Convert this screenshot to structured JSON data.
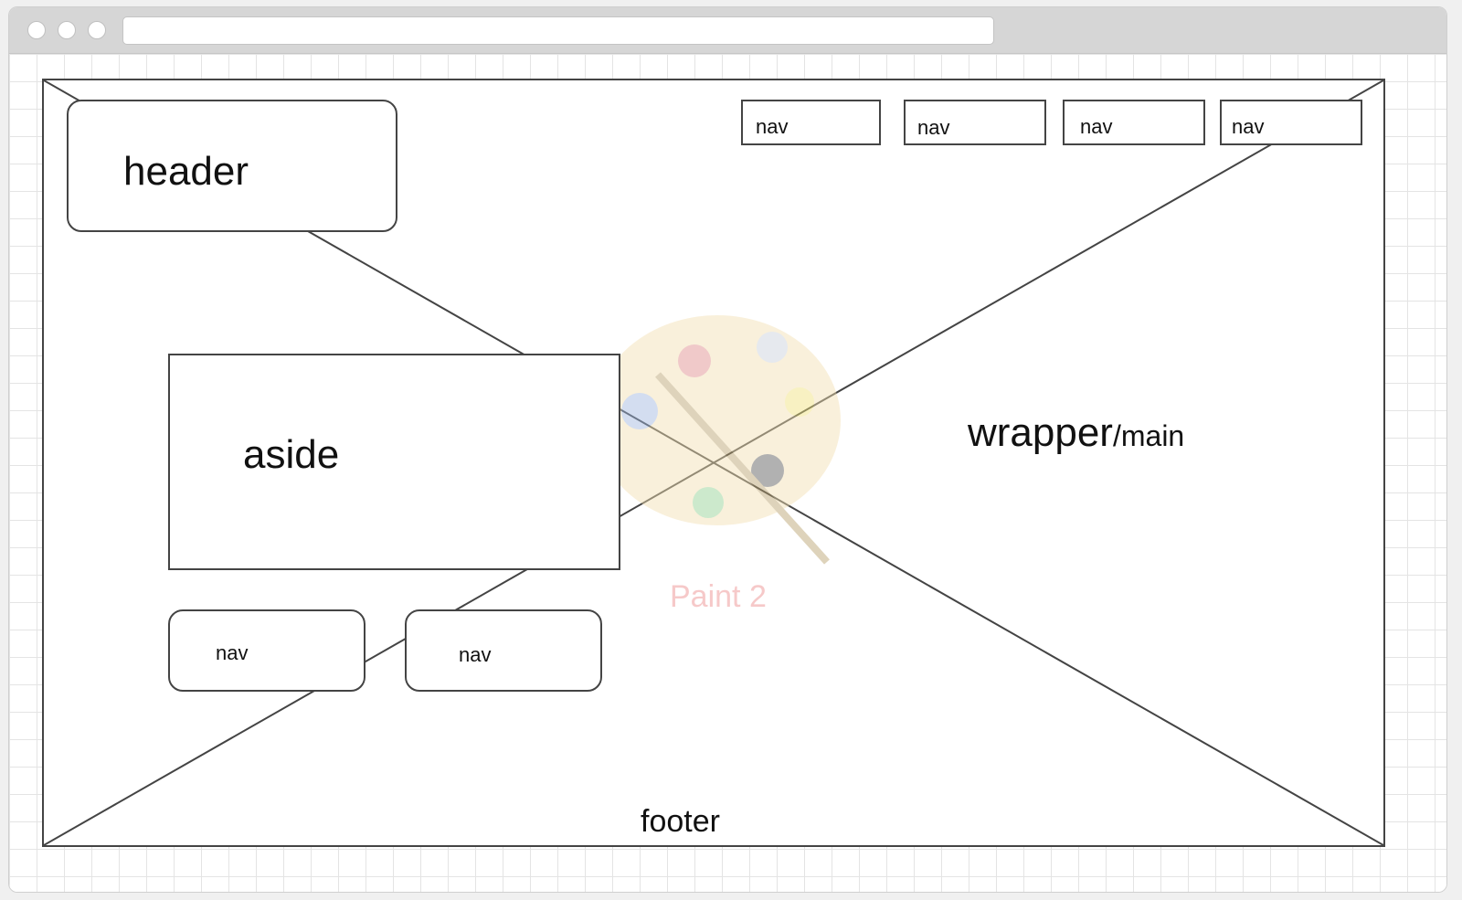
{
  "window": {
    "controls": [
      "close-dot",
      "minimize-dot",
      "zoom-dot"
    ],
    "address_bar": ""
  },
  "wireframe": {
    "header_label": "header",
    "aside_label": "aside",
    "main_label_big": "wrapper",
    "main_label_small": "/main",
    "footer_label": "footer",
    "top_nav": [
      "nav",
      "nav",
      "nav",
      "nav"
    ],
    "side_nav": [
      "nav",
      "nav"
    ]
  },
  "watermark": {
    "app_name": "Paint 2",
    "icon": "palette-icon"
  },
  "colors": {
    "stroke": "#444444",
    "grid": "#e4e4e4",
    "titlebar": "#d6d6d6"
  }
}
